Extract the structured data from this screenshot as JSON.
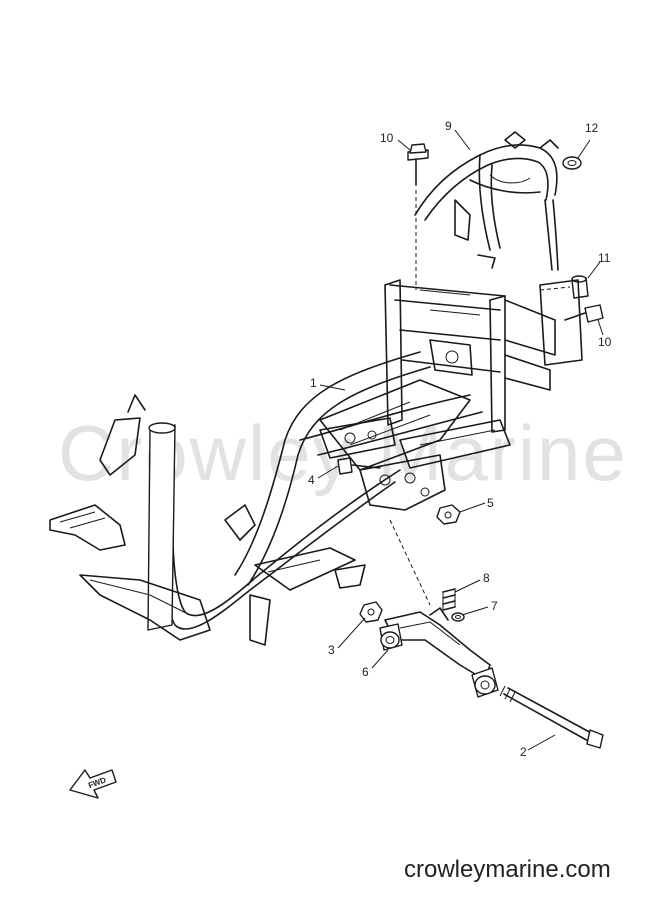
{
  "callouts": {
    "c1": "1",
    "c2": "2",
    "c3": "3",
    "c4": "4",
    "c5": "5",
    "c6": "6",
    "c7": "7",
    "c8": "8",
    "c9": "9",
    "c10a": "10",
    "c10b": "10",
    "c11": "11",
    "c12": "12"
  },
  "fwd_label": "FWD",
  "watermark": "Crowley Marine",
  "footer_url": "crowleymarine.com",
  "colors": {
    "line": "#1a1a1a",
    "watermark": "#e2e2e2",
    "background": "#ffffff"
  }
}
